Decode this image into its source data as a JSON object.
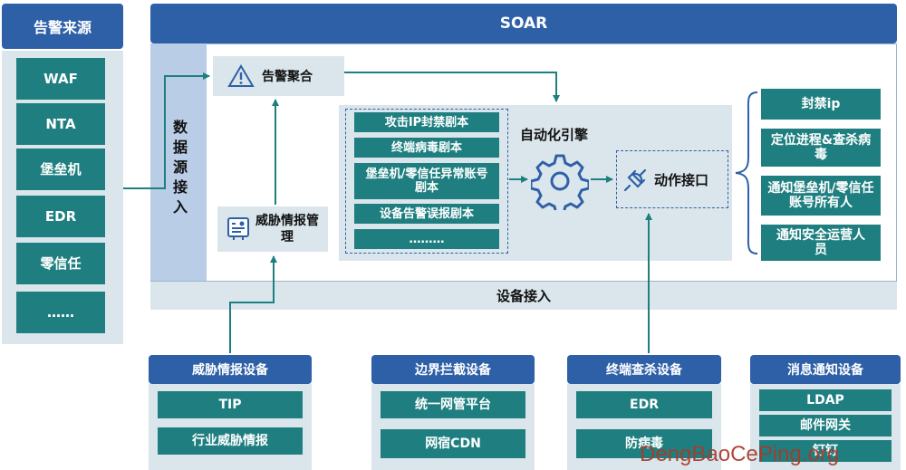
{
  "alert_source": {
    "title": "告警来源",
    "items": [
      "WAF",
      "NTA",
      "堡垒机",
      "EDR",
      "零信任",
      "……"
    ]
  },
  "soar": {
    "title": "SOAR",
    "data_access": "数据源接入",
    "alert_aggregation": "告警聚合",
    "threat_intel_mgmt": "威胁情报管理",
    "playbooks": [
      "攻击IP封禁剧本",
      "终端病毒剧本",
      "堡垒机/零信任异常账号剧本",
      "设备告警误报剧本",
      "………"
    ],
    "automation_engine": "自动化引擎",
    "action_interface": "动作接口",
    "actions": [
      "封禁ip",
      "定位进程&查杀病毒",
      "通知堡垒机/零信任账号所有人",
      "通知安全运营人员"
    ],
    "device_access": "设备接入"
  },
  "devices": {
    "threat_intel": {
      "title": "威胁情报设备",
      "items": [
        "TIP",
        "行业威胁情报"
      ]
    },
    "boundary": {
      "title": "边界拦截设备",
      "items": [
        "统一网管平台",
        "网宿CDN"
      ]
    },
    "endpoint": {
      "title": "终端查杀设备",
      "items": [
        "EDR",
        "防病毒"
      ]
    },
    "notify": {
      "title": "消息通知设备",
      "items": [
        "LDAP",
        "邮件网关",
        "钉钉"
      ]
    }
  },
  "watermark": "DengBaoCePing.org",
  "colors": {
    "header_blue": "#2e60a8",
    "teal": "#1f7f80",
    "panel": "#dbe6ec",
    "strip": "#b9cde6",
    "arrow": "#1f7f80",
    "watermark": "#a83a2a"
  }
}
